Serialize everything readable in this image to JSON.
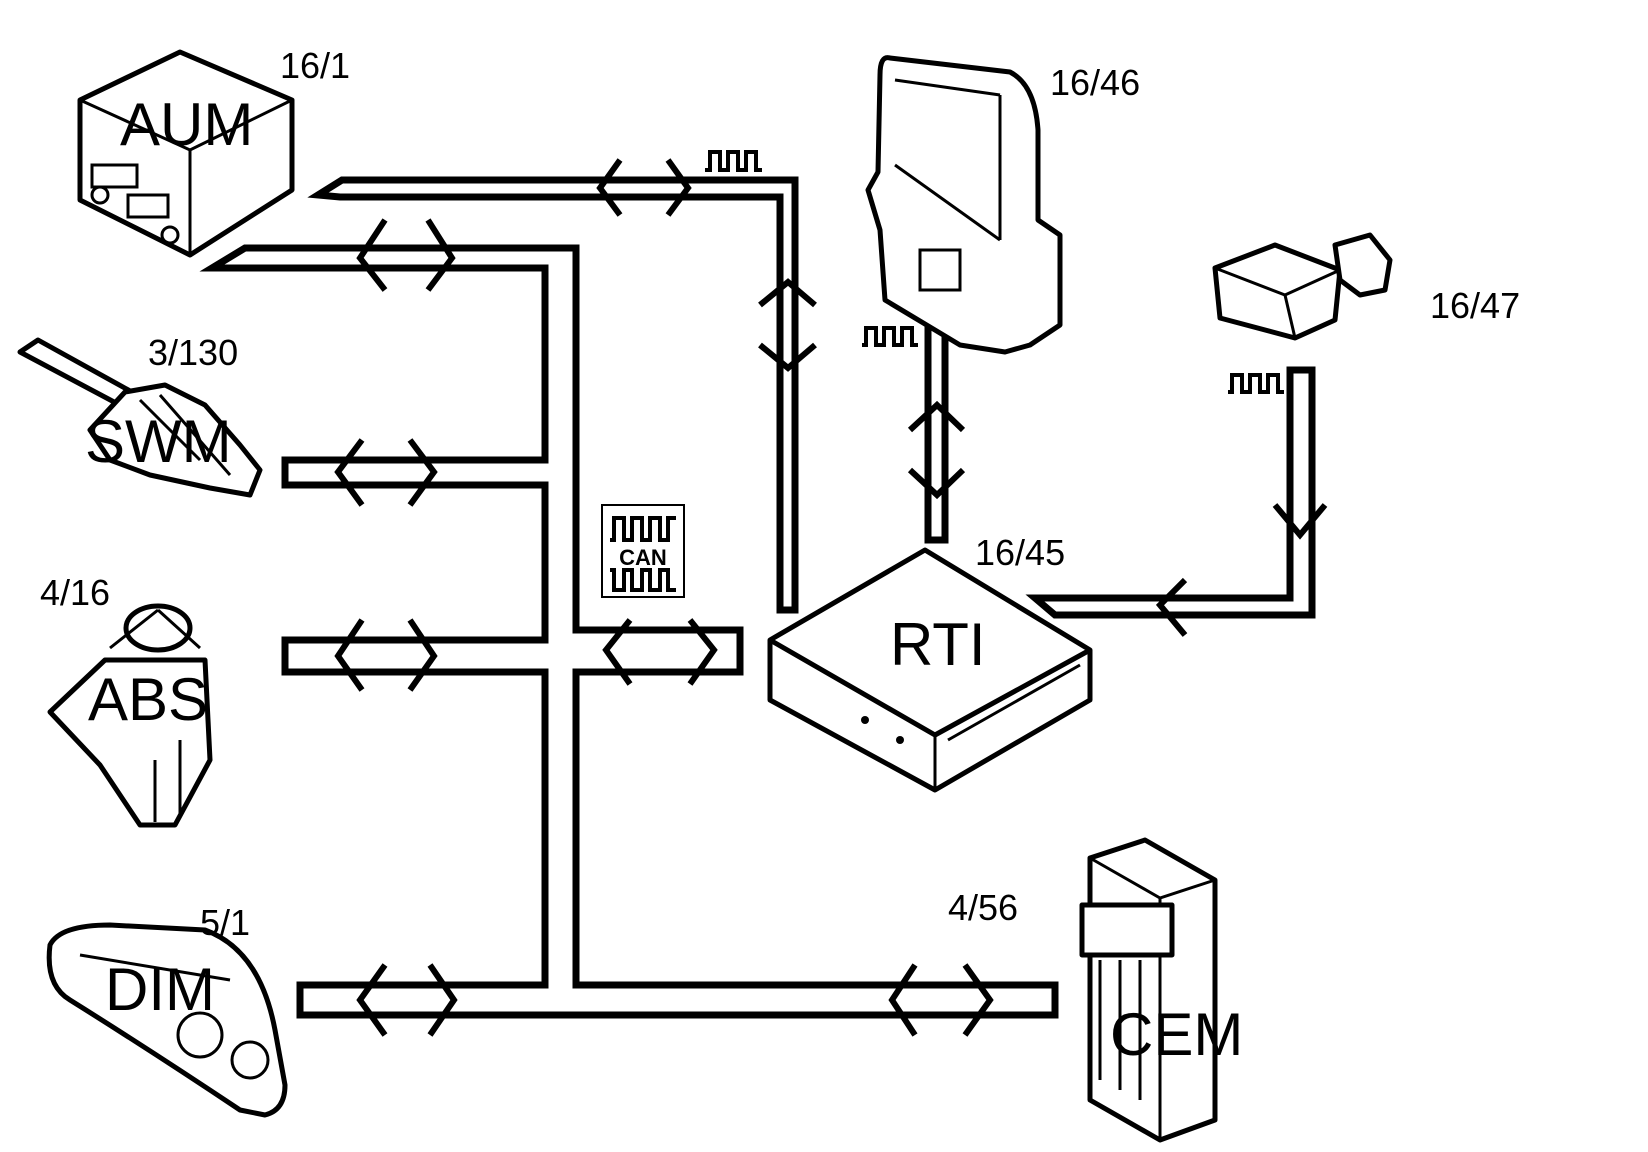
{
  "labels": {
    "aum_code": "16/1",
    "aum_name": "AUM",
    "swm_code": "3/130",
    "swm_name": "SWM",
    "abs_code": "4/16",
    "abs_name": "ABS",
    "dim_code": "5/1",
    "dim_name": "DIM",
    "display_code": "16/46",
    "antenna_code": "16/47",
    "rti_code": "16/45",
    "rti_name": "RTI",
    "cem_code": "4/56",
    "cem_name": "CEM",
    "can_label": "CAN"
  },
  "icons": {
    "aum": "radio-unit-icon",
    "swm": "steering-wheel-module-icon",
    "abs": "abs-module-icon",
    "dim": "instrument-cluster-icon",
    "display": "display-unit-icon",
    "antenna": "gps-antenna-icon",
    "rti": "rti-control-box-icon",
    "cem": "central-electronic-module-icon",
    "can": "can-bus-symbol-icon"
  },
  "colors": {
    "line": "#000000",
    "background": "#ffffff"
  }
}
